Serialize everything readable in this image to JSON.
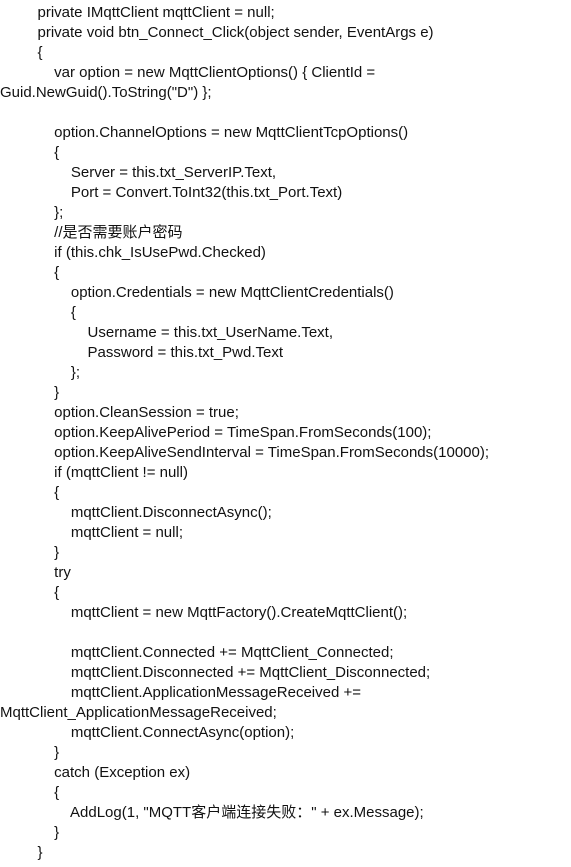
{
  "code": {
    "lines": [
      "         private IMqttClient mqttClient = null;",
      "         private void btn_Connect_Click(object sender, EventArgs e)",
      "         {",
      "             var option = new MqttClientOptions() { ClientId =",
      "Guid.NewGuid().ToString(\"D\") };",
      "",
      "             option.ChannelOptions = new MqttClientTcpOptions()",
      "             {",
      "                 Server = this.txt_ServerIP.Text,",
      "                 Port = Convert.ToInt32(this.txt_Port.Text)",
      "             };",
      "             //是否需要账户密码",
      "             if (this.chk_IsUsePwd.Checked)",
      "             {",
      "                 option.Credentials = new MqttClientCredentials()",
      "                 {",
      "                     Username = this.txt_UserName.Text,",
      "                     Password = this.txt_Pwd.Text",
      "                 };",
      "             }",
      "             option.CleanSession = true;",
      "             option.KeepAlivePeriod = TimeSpan.FromSeconds(100);",
      "             option.KeepAliveSendInterval = TimeSpan.FromSeconds(10000);",
      "             if (mqttClient != null)",
      "             {",
      "                 mqttClient.DisconnectAsync();",
      "                 mqttClient = null;",
      "             }",
      "             try",
      "             {",
      "                 mqttClient = new MqttFactory().CreateMqttClient();",
      "",
      "                 mqttClient.Connected += MqttClient_Connected;",
      "                 mqttClient.Disconnected += MqttClient_Disconnected;",
      "                 mqttClient.ApplicationMessageReceived +=",
      "MqttClient_ApplicationMessageReceived;",
      "                 mqttClient.ConnectAsync(option);",
      "             }",
      "             catch (Exception ex)",
      "             {",
      "                 AddLog(1, \"MQTT客户端连接失败：\" + ex.Message);",
      "             }",
      "         }"
    ]
  }
}
